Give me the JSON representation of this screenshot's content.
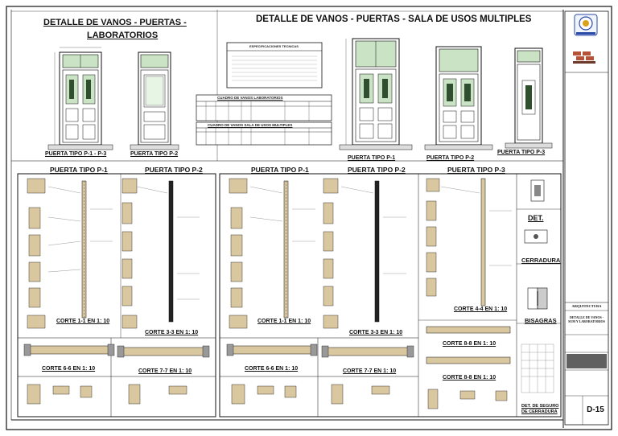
{
  "titles": {
    "left_main_line1": "DETALLE DE VANOS - PUERTAS -",
    "left_main_line2": "LABORATORIOS",
    "right_main": "DETALLE DE VANOS - PUERTAS - SALA DE USOS MULTIPLES"
  },
  "door_captions": {
    "lab_p1_p3": "PUERTA TIPO P-1 - P-3",
    "lab_p2": "PUERTA TIPO P-2",
    "sum_p1": "PUERTA TIPO P-1",
    "sum_p2": "PUERTA TIPO P-2",
    "sum_p3": "PUERTA TIPO P-3"
  },
  "tables": {
    "specs_title": "ESPECIFICACIONES TECNICAS",
    "cuadro_lab": "CUADRO DE VANOS LABORATORIOS",
    "cuadro_sum": "CUADRO DE VANOS SALA DE USOS MULTIPLES"
  },
  "section_headers": {
    "lab_p1": "PUERTA TIPO P-1",
    "lab_p2": "PUERTA TIPO P-2",
    "sum_p1": "PUERTA TIPO P-1",
    "sum_p2": "PUERTA TIPO P-2",
    "sum_p3": "PUERTA TIPO P-3"
  },
  "cortes": {
    "lab_c11": "CORTE 1-1 EN 1: 10",
    "lab_c33": "CORTE 3-3 EN 1: 10",
    "lab_c66": "CORTE 6-6 EN 1: 10",
    "lab_c77": "CORTE 7-7 EN 1: 10",
    "sum_c11": "CORTE 1-1 EN 1: 10",
    "sum_c33": "CORTE 3-3 EN 1: 10",
    "sum_c44": "CORTE 4-4 EN 1: 10",
    "sum_c66": "CORTE 6-6 EN 1: 10",
    "sum_c77": "CORTE 7-7 EN 1: 10",
    "sum_c88a": "CORTE 8-8 EN 1: 10",
    "sum_c88b": "CORTE 8-8 EN 1: 10"
  },
  "right_details": {
    "det": "DET.",
    "cerradura": "CERRADURA",
    "bisagras": "BISAGRAS",
    "det_seguro_l1": "DET. DE SEGURO",
    "det_seguro_l2": "DE CERRADURA"
  },
  "title_block": {
    "discipline": "ARQUITECTURA",
    "description": "DETALLE DE VANOS - SUM Y LABORATORIOS",
    "sheet_code": "D-15"
  },
  "colors": {
    "door_green": "#c9e3c4",
    "glass_green": "#a9d5a4",
    "wood_tan": "#d9c7a0",
    "line": "#111111",
    "logo_red": "#b5533a"
  }
}
